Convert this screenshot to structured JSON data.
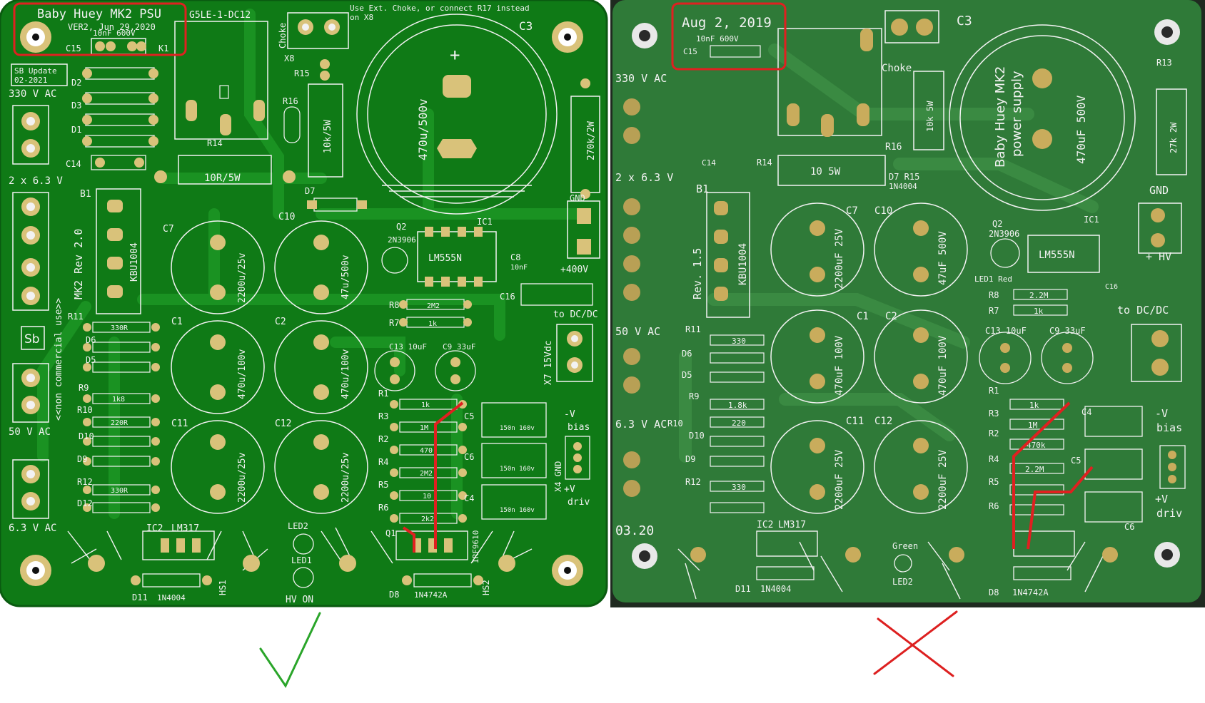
{
  "left_board": {
    "title": "Baby Huey MK2 PSU",
    "version": "VER2, Jun 29,2020",
    "c15_value": "10nF 600V",
    "relay": "G5LE-1-DC12",
    "choke_note": "Use Ext. Choke, or connect R17 instead",
    "choke_note2": "on X8",
    "sb_update": "SB Update",
    "sb_date": "02-2021",
    "input_330": "330 V AC",
    "input_2x63": "2 x 6.3 V",
    "input_50": "50 V AC",
    "input_63": "6.3 V AC",
    "rev": "MK2 Rev 2.0",
    "bridge": "KBU1004",
    "non_commercial": "<<non commercial use>>",
    "c3": "470u/500v",
    "r13": "270k/2W",
    "r14": "10R/5W",
    "r16": "10k/5W",
    "c7": "2200u/25v",
    "c10": "47u/500v",
    "c1": "470u/100v",
    "c2": "470u/100v",
    "c11": "2200u/25v",
    "c12": "2200u/25v",
    "ic1": "LM555N",
    "q2": "2N3906",
    "ic2": "LM317",
    "q1": "IRF9610",
    "d8": "1N4742A",
    "d11": "1N4004",
    "out_400": "+400V",
    "to_dcdc": "to DC/DC",
    "x7": "X7 15Vdc",
    "bias": "-V bias",
    "driv": "+V driv",
    "hv_on": "HV ON",
    "verdict": "check"
  },
  "right_board": {
    "date": "Aug 2, 2019",
    "c15_value": "10nF 600V",
    "input_330": "330 V AC",
    "input_2x63": "2 x 6.3 V",
    "input_50": "50 V AC",
    "input_63": "6.3 V AC",
    "rev": "Rev. 1.5",
    "bridge": "KBU1004",
    "c3": "470uF 500V",
    "ps_label1": "Baby Huey MK2",
    "ps_label2": "power supply",
    "r13": "27k 2W",
    "r14": "10 5W",
    "r16": "10k 5W",
    "c7": "2200uF 25V",
    "c10": "47uF 500V",
    "c1": "470uF 100V",
    "c2": "470uF 100V",
    "c11": "2200uF 25V",
    "c12": "2200uF 25V",
    "ic1": "LM555N",
    "q2": "2N3906",
    "ic2": "LM317",
    "d8": "1N4742A",
    "d11": "1N4004",
    "gnd": "GND",
    "hv": "+ HV",
    "to_dcdc": "to DC/DC",
    "bias": "-V bias",
    "driv": "+V driv",
    "led2": "Green",
    "code": "03.20",
    "verdict": "cross"
  },
  "colors": {
    "board_left": "#0f7a16",
    "board_right": "#2f7a38",
    "pad_gold": "#d9c27a",
    "highlight": "#e02020",
    "check": "#2aa52a",
    "cross": "#dd2020"
  }
}
